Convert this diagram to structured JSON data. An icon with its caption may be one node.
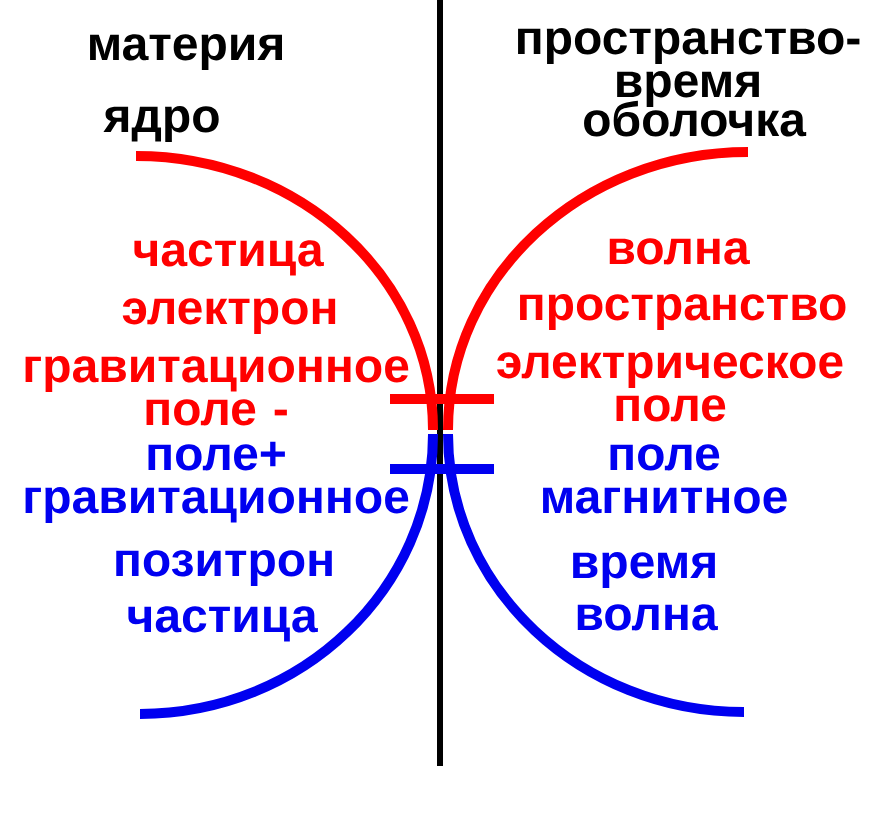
{
  "diagram": {
    "labels": [
      "материя",
      "пространство- время",
      "ядро",
      "оболочка",
      "частица",
      "волна",
      "электрон",
      "пространство",
      "гравитационное поле -",
      "электрическое поле",
      "поле+ гравитационное",
      "поле магнитное",
      "позитрон",
      "время",
      "частица",
      "волна"
    ]
  }
}
